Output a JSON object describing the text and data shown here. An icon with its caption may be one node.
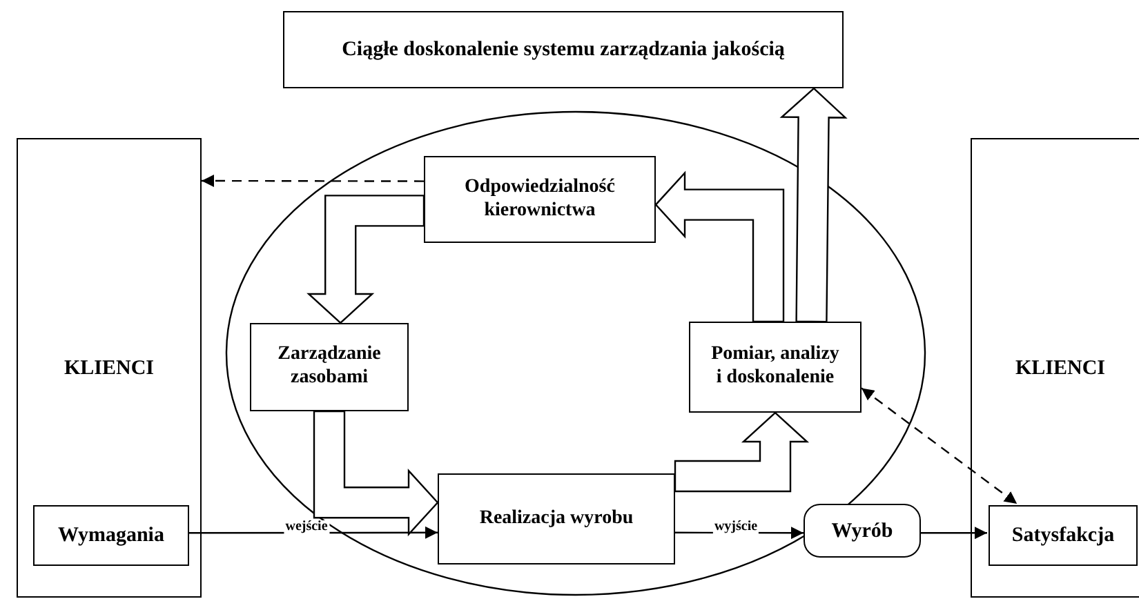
{
  "diagram": {
    "nodes": [
      {
        "text": [
          "Ciągłe doskonalenie systemu zarządzania jakością"
        ]
      },
      {
        "text": [
          "KLIENCI"
        ]
      },
      {
        "text": [
          "Wymagania"
        ],
        "in": 1
      },
      {
        "text": [],
        "shape": "ellipse"
      },
      {
        "text": [
          "Odpowiedzialność kierownictwa"
        ],
        "in": 3
      },
      {
        "text": [
          "Zarządzanie zasobami"
        ],
        "in": 3
      },
      {
        "text": [
          "Pomiar, analizy i doskonalenie"
        ],
        "in": 3
      },
      {
        "text": [
          "Realizacja wyrobu"
        ],
        "in": 3
      },
      {
        "text": [
          "Wyrób"
        ]
      },
      {
        "text": [
          "KLIENCI"
        ]
      },
      {
        "text": [
          "Satysfakcja"
        ],
        "in": 9
      }
    ],
    "edges": [
      {
        "from": 4,
        "to": 1,
        "arrow": "to",
        "style": "dashed"
      },
      {
        "from": 4,
        "to": 5,
        "arrow": "to",
        "style": "thick"
      },
      {
        "from": 5,
        "to": 7,
        "arrow": "to",
        "style": "thick"
      },
      {
        "from": 7,
        "to": 6,
        "arrow": "to",
        "style": "thick"
      },
      {
        "from": 6,
        "to": 4,
        "arrow": "to",
        "style": "thick"
      },
      {
        "from": 6,
        "to": 0,
        "arrow": "to",
        "style": "thick"
      },
      {
        "from": 2,
        "to": 7,
        "arrow": "to",
        "label": "wejście"
      },
      {
        "from": 7,
        "to": 8,
        "arrow": "to",
        "label": "wyjście"
      },
      {
        "from": 8,
        "to": 10,
        "arrow": "to"
      },
      {
        "from": 6,
        "to": 10,
        "arrow": "both",
        "style": "dashed"
      }
    ]
  }
}
